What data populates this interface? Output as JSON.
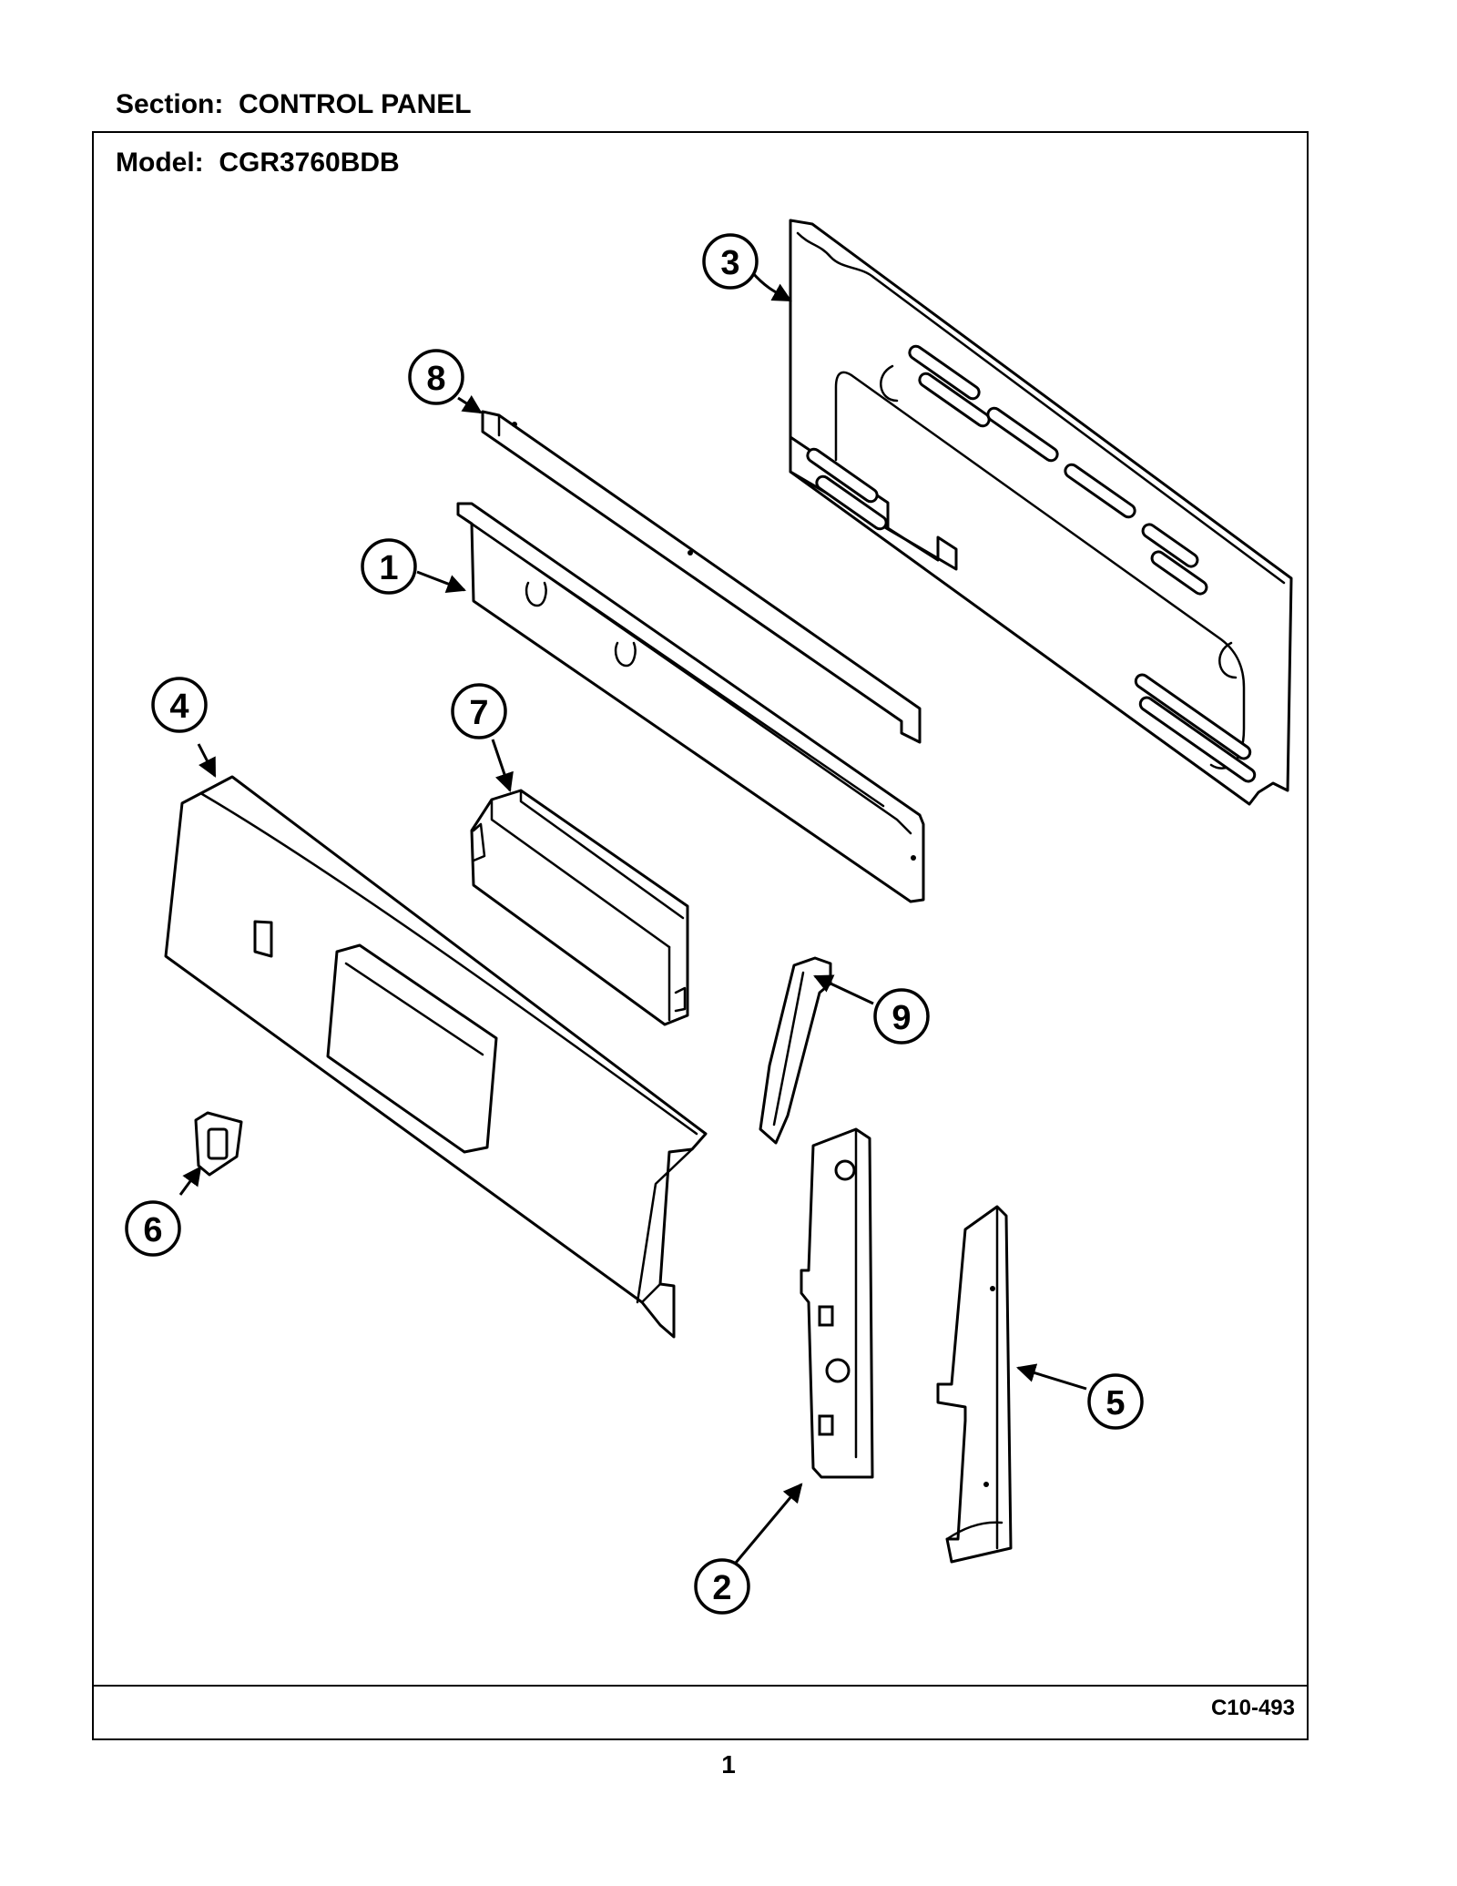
{
  "header": {
    "section_label": "Section:  CONTROL PANEL",
    "model_label": "Model:  CGR3760BDB"
  },
  "footer": {
    "figure_code": "C10-493",
    "page_number": "1"
  },
  "callouts": [
    "1",
    "2",
    "3",
    "4",
    "5",
    "6",
    "7",
    "8",
    "9"
  ]
}
